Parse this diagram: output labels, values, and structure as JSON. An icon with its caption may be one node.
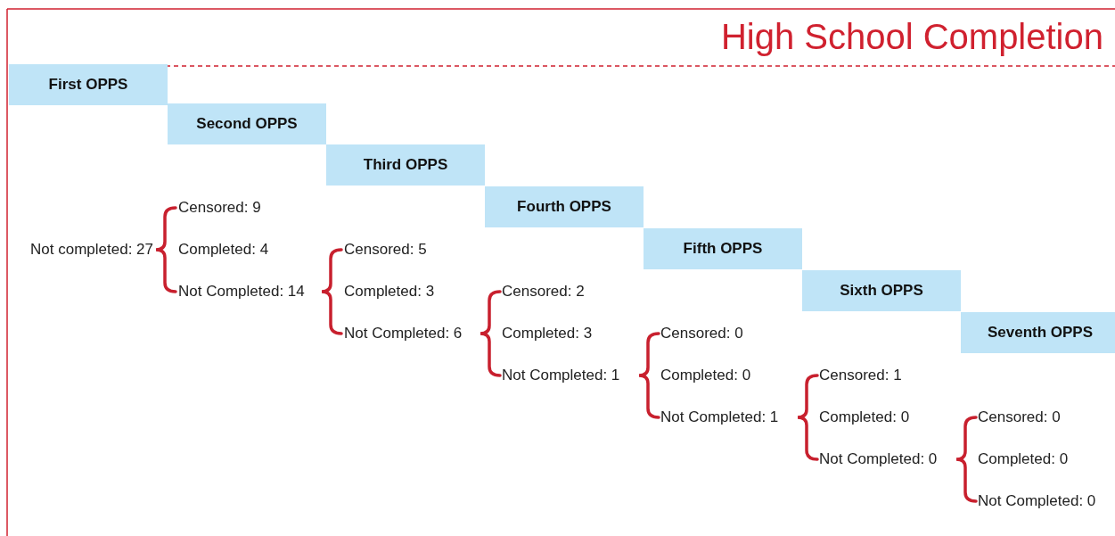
{
  "diagram": {
    "title": "High School Completion",
    "nodes": [
      {
        "text": [
          "First OPPS"
        ]
      },
      {
        "text": [
          "Second OPPS"
        ]
      },
      {
        "text": [
          "Third OPPS"
        ]
      },
      {
        "text": [
          "Fourth OPPS"
        ]
      },
      {
        "text": [
          "Fifth OPPS"
        ]
      },
      {
        "text": [
          "Sixth OPPS"
        ]
      },
      {
        "text": [
          "Seventh OPPS"
        ]
      }
    ],
    "edges": [],
    "labels": [
      "Censored: 9",
      "Not completed: 27",
      "Completed: 4",
      "Censored: 5",
      "Not Completed: 14",
      "Completed: 3",
      "Censored: 2",
      "Not Completed: 6",
      "Completed: 3",
      "Censored: 0",
      "Not Completed: 1",
      "Completed: 0",
      "Censored: 1",
      "Not Completed: 1",
      "Completed: 0",
      "Censored: 0",
      "Not Completed: 0",
      "Completed: 0",
      "Not Completed: 0"
    ]
  }
}
